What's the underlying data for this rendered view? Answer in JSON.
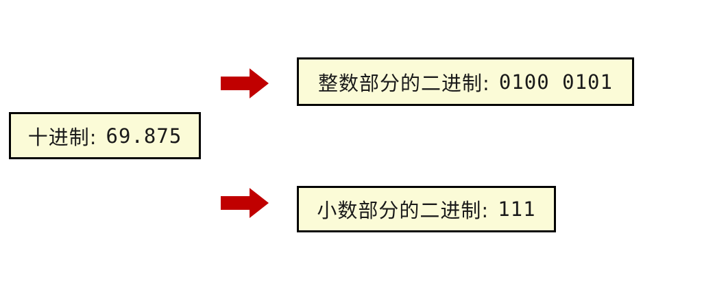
{
  "diagram": {
    "colors": {
      "background": "#ffffff",
      "box_fill": "#fbfbd7",
      "box_border": "#000000",
      "arrow": "#c00000"
    },
    "decimal_box": {
      "label": "十进制:",
      "value": "69.875"
    },
    "integer_box": {
      "label": "整数部分的二进制:",
      "value": "0100 0101"
    },
    "fraction_box": {
      "label": "小数部分的二进制:",
      "value": "111"
    }
  }
}
